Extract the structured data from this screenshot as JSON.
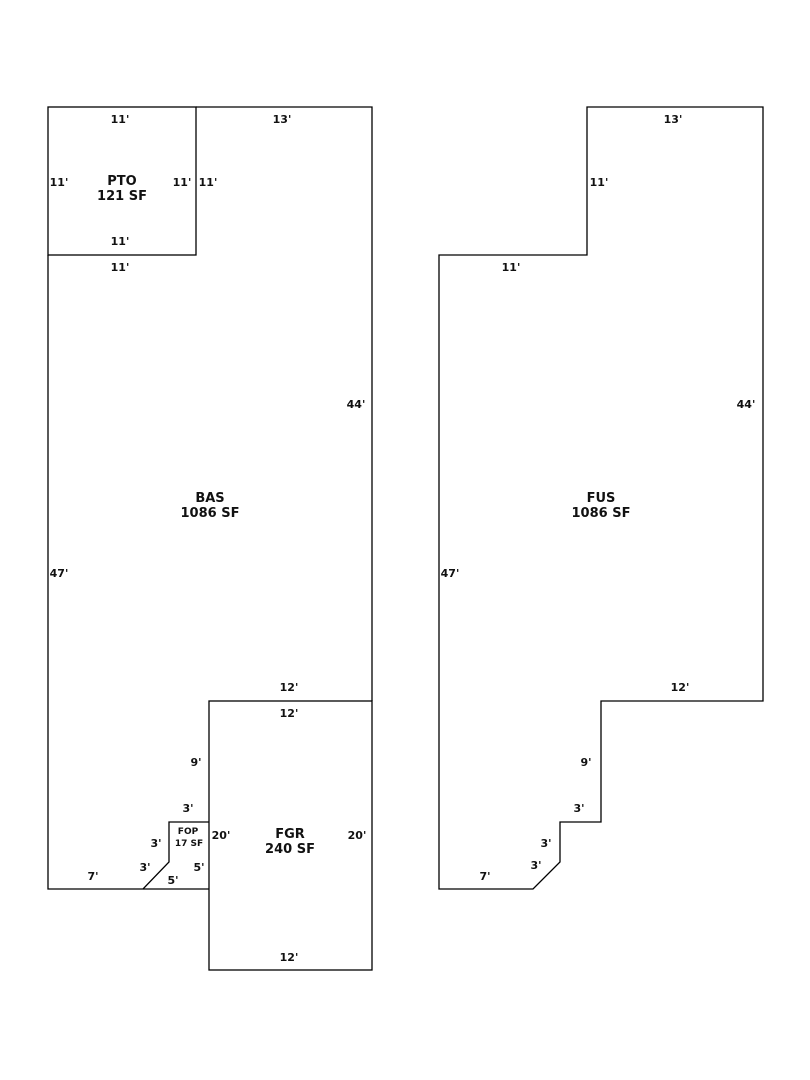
{
  "left_sketch": {
    "areas": {
      "pto": {
        "code": "PTO",
        "size": "121 SF"
      },
      "bas": {
        "code": "BAS",
        "size": "1086 SF"
      },
      "fgr": {
        "code": "FGR",
        "size": "240 SF"
      },
      "fop": {
        "code": "FOP",
        "size": "17 SF"
      }
    },
    "dims": {
      "pto_top": "11'",
      "pto_left": "11'",
      "pto_right": "11'",
      "pto_bottom": "11'",
      "bas_top_under_pto": "11'",
      "bas_top": "13'",
      "bas_pto_side": "11'",
      "bas_right": "44'",
      "bas_left": "47'",
      "bas_step": "12'",
      "bas_fgr_side": "9'",
      "fop_top": "3'",
      "fop_left": "3'",
      "fop_diag": "3'",
      "fop_bottom": "5'",
      "fop_right": "5'",
      "bas_bottom": "7'",
      "fgr_top": "12'",
      "fgr_left": "20'",
      "fgr_right": "20'",
      "fgr_bottom": "12'"
    }
  },
  "right_sketch": {
    "area": {
      "code": "FUS",
      "size": "1086 SF"
    },
    "dims": {
      "top": "13'",
      "notch_side": "11'",
      "notch_bottom": "11'",
      "right": "44'",
      "left": "47'",
      "step": "12'",
      "step_side": "9'",
      "small_top": "3'",
      "small_side": "3'",
      "diag": "3'",
      "bottom": "7'"
    }
  }
}
